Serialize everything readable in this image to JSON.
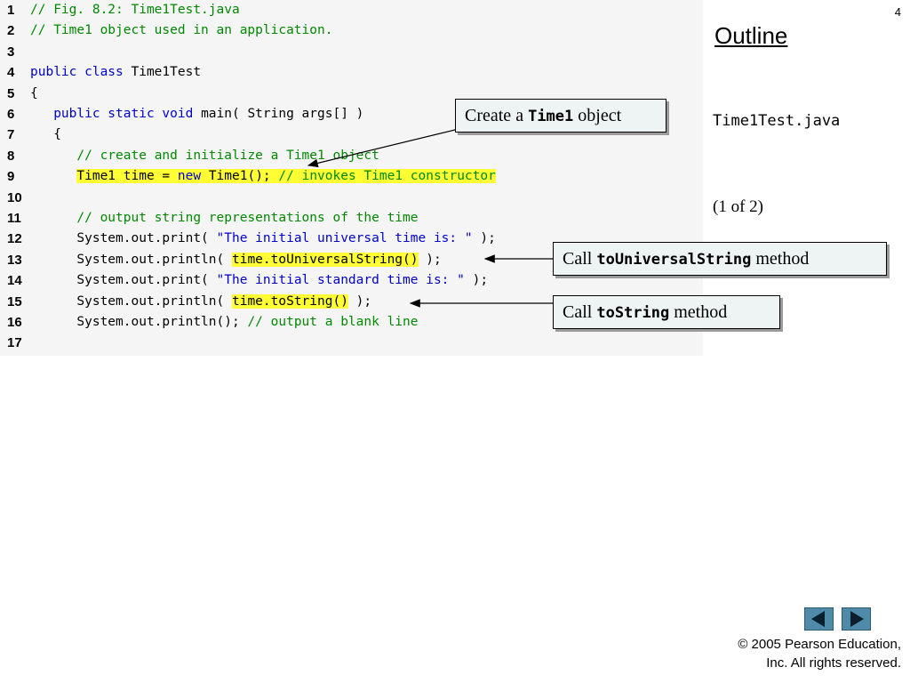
{
  "page_number": "4",
  "outline": {
    "title": "Outline",
    "file_name": "Time1Test.java",
    "page_of": "(1 of 2)"
  },
  "code_lines": [
    {
      "num": "1",
      "segments": [
        {
          "t": "// Fig. 8.2: Time1Test.java",
          "c": "cm"
        }
      ]
    },
    {
      "num": "2",
      "segments": [
        {
          "t": "// Time1 object used in an application.",
          "c": "cm"
        }
      ]
    },
    {
      "num": "3",
      "segments": []
    },
    {
      "num": "4",
      "segments": [
        {
          "t": "public class",
          "c": "kw"
        },
        {
          "t": " Time1Test",
          "c": ""
        }
      ]
    },
    {
      "num": "5",
      "segments": [
        {
          "t": "{",
          "c": ""
        }
      ]
    },
    {
      "num": "6",
      "segments": [
        {
          "t": "   ",
          "c": ""
        },
        {
          "t": "public static void",
          "c": "kw"
        },
        {
          "t": " main( String args[] )",
          "c": ""
        }
      ]
    },
    {
      "num": "7",
      "segments": [
        {
          "t": "   {",
          "c": ""
        }
      ]
    },
    {
      "num": "8",
      "segments": [
        {
          "t": "      ",
          "c": ""
        },
        {
          "t": "// create and initialize a Time1 object",
          "c": "cm"
        }
      ]
    },
    {
      "num": "9",
      "segments": [
        {
          "t": "      ",
          "c": ""
        },
        {
          "t": "Time1 time = ",
          "c": "hl"
        },
        {
          "t": "new",
          "c": "hl kw"
        },
        {
          "t": " Time1(); ",
          "c": "hl"
        },
        {
          "t": "// invokes Time1 constructor",
          "c": "hl cm"
        }
      ]
    },
    {
      "num": "10",
      "segments": []
    },
    {
      "num": "11",
      "segments": [
        {
          "t": "      ",
          "c": ""
        },
        {
          "t": "// output string representations of the time",
          "c": "cm"
        }
      ]
    },
    {
      "num": "12",
      "segments": [
        {
          "t": "      System.out.print( ",
          "c": ""
        },
        {
          "t": "\"The initial universal time is: \"",
          "c": "st"
        },
        {
          "t": " );",
          "c": ""
        }
      ]
    },
    {
      "num": "13",
      "segments": [
        {
          "t": "      System.out.println( ",
          "c": ""
        },
        {
          "t": "time.toUniversalString()",
          "c": "hl"
        },
        {
          "t": " );",
          "c": ""
        }
      ]
    },
    {
      "num": "14",
      "segments": [
        {
          "t": "      System.out.print( ",
          "c": ""
        },
        {
          "t": "\"The initial standard time is: \"",
          "c": "st"
        },
        {
          "t": " );",
          "c": ""
        }
      ]
    },
    {
      "num": "15",
      "segments": [
        {
          "t": "      System.out.println( ",
          "c": ""
        },
        {
          "t": "time.toString()",
          "c": "hl"
        },
        {
          "t": " );",
          "c": ""
        }
      ]
    },
    {
      "num": "16",
      "segments": [
        {
          "t": "      System.out.println(); ",
          "c": ""
        },
        {
          "t": "// output a blank line",
          "c": "cm"
        }
      ]
    },
    {
      "num": "17",
      "segments": []
    }
  ],
  "callouts": {
    "c1": {
      "pre": "Create a ",
      "code": "Time1",
      "post": " object"
    },
    "c2": {
      "pre": "Call ",
      "code": "toUniversalString",
      "post": " method"
    },
    "c3": {
      "pre": "Call ",
      "code": "toString",
      "post": " method"
    }
  },
  "nav": {
    "prev_icon": "triangle-left-icon",
    "next_icon": "triangle-right-icon"
  },
  "copyright": {
    "line1": "© 2005 Pearson Education,",
    "line2": "Inc.  All rights reserved."
  },
  "colors": {
    "keyword": "#0000cc",
    "comment": "#008800",
    "highlight": "#ffff33",
    "code_background": "#f5f5f5",
    "nav_button": "#4f8aa8"
  }
}
